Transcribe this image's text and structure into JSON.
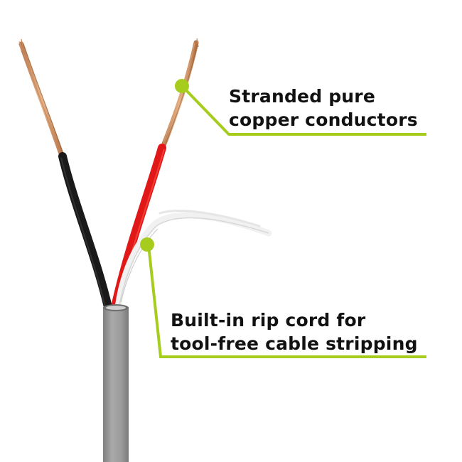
{
  "callouts": [
    {
      "id": "copper",
      "lines": [
        "Stranded pure",
        "copper conductors"
      ]
    },
    {
      "id": "ripcord",
      "lines": [
        "Built-in rip cord for",
        "tool-free cable stripping"
      ]
    }
  ],
  "colors": {
    "accent": "#a6cc1e",
    "jacket": "#9b9b9b",
    "copper": "#d49a6a",
    "red_insulation": "#e01818",
    "black_insulation": "#1a1a1a",
    "rip_cord": "#f2f2f2"
  }
}
